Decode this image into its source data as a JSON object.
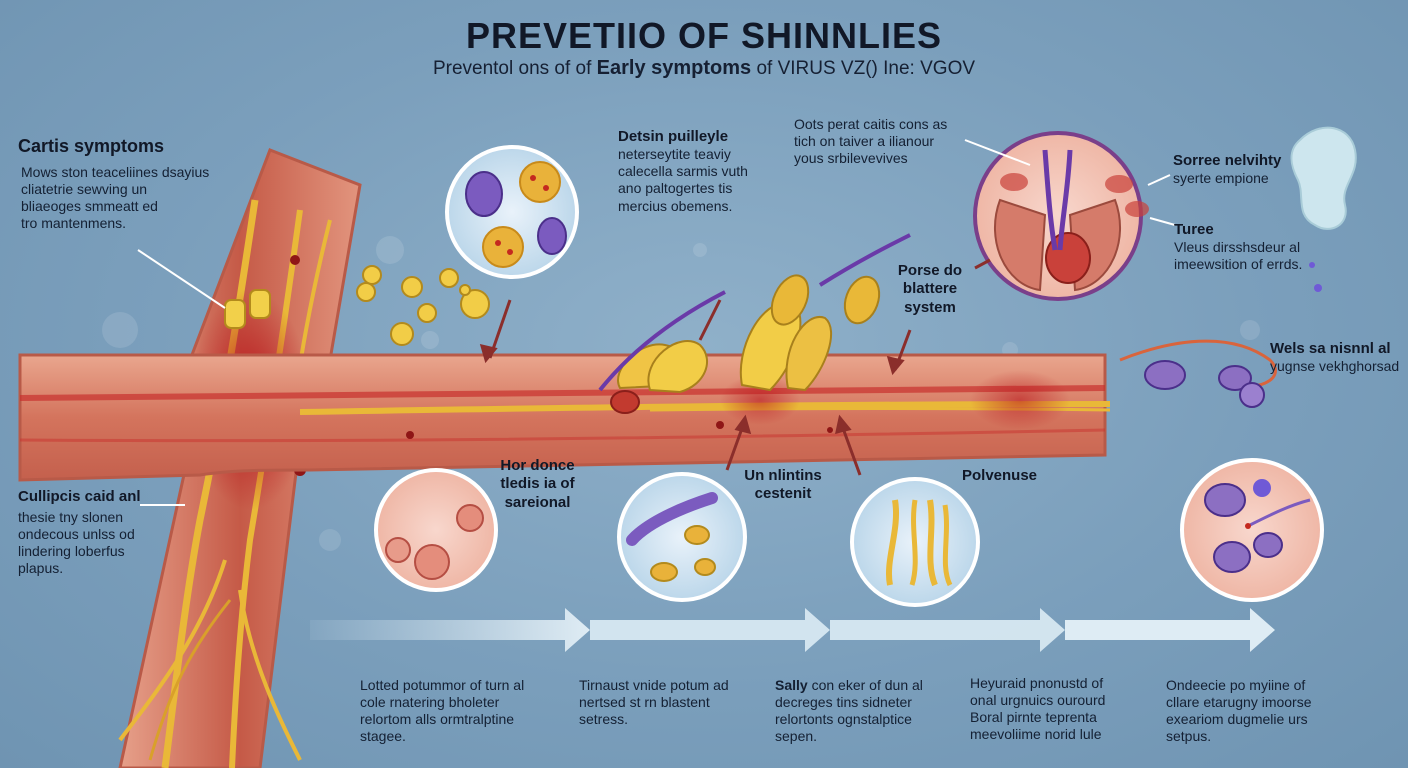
{
  "header": {
    "title": "PREVETIIO OF SHINNLIES",
    "subtitle_pre": "Preventol ons of of ",
    "subtitle_strong": "Early symptoms",
    "subtitle_post": " of VIRUS  VZ() Ine: VGOV"
  },
  "left": {
    "heading_top": "Cartis symptoms",
    "body_top": [
      "Mows ston teaceliines dsayius",
      "cliatetrie sewving un",
      "bliaeoges smmeatt ed",
      "tro mantenmens."
    ],
    "heading_bottom": "Cullipcis caid anl",
    "body_bottom": [
      "thesie tny slonen",
      "ondecous unlss od",
      "lindering loberfus",
      "plapus."
    ]
  },
  "annotations": {
    "detail": {
      "title": "Detsin puilleyle",
      "lines": [
        "neterseytite teaviy",
        "calecella sarmis vuth",
        "ano paltogertes tis",
        "mercius obemens."
      ]
    },
    "lung": {
      "lines": [
        "Oots perat caitis cons as",
        "tich on taiver a ilianour",
        "yous srbilevevives"
      ]
    },
    "sorree": {
      "title": "Sorree nelvihty",
      "line": "syerte empione"
    },
    "turee": {
      "title": "Turee",
      "lines": [
        "Vleus dirsshsdeur al",
        "imeewsition of errds."
      ]
    },
    "walls": {
      "title": "Wels sa nisnnl al",
      "line": "yugnse vekhghorsad"
    },
    "porse": {
      "lines": [
        "Porse do",
        "blattere",
        "system"
      ]
    },
    "hordonce": {
      "lines": [
        "Hor donce",
        "tledis ia of",
        "sareional"
      ]
    },
    "unnlintins": {
      "lines": [
        "Un nlintins",
        "cestenit"
      ]
    },
    "polvenuse": {
      "title": "Polvenuse"
    }
  },
  "timeline": [
    {
      "lines": [
        "Lotted potummor of turn al",
        "cole rnatering bholeter",
        "relortom alls ormtralptine",
        "stagee."
      ]
    },
    {
      "lines": [
        "Tirnaust vnide potum ad",
        "nertsed st rn blastent",
        "setress."
      ]
    },
    {
      "lead": "Sally",
      "lines": [
        " con eker of dun al",
        "decreges tins sidneter",
        "relortonts ognstalptice",
        "sepen."
      ]
    },
    {
      "lines": [
        "Heyuraid pnonustd of",
        "onal urgnuics ourourd",
        "Boral pirnte teprenta",
        "meevoliime norid lule"
      ]
    },
    {
      "lines": [
        "Ondeecie po myiine of",
        "cllare etarugny imoorse",
        "exeariom dugmelie urs",
        "setpus."
      ]
    }
  ],
  "colors": {
    "background": "#7b9fbc",
    "vessel": "#d9826a",
    "nerve": "#e9b838",
    "inflammation": "#c7252a",
    "virus": "#e8ad33",
    "cell": "#8c6fc2",
    "arrow": "#8b2e2b",
    "timeline_arrow": "#d6e6f0"
  }
}
